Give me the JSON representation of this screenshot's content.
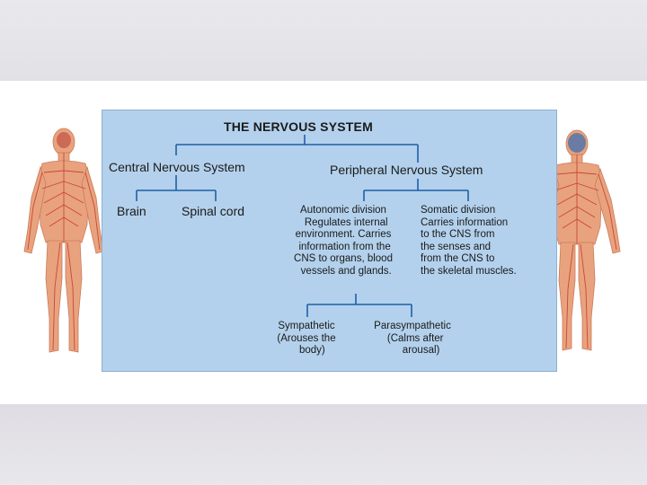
{
  "diagram": {
    "title": "THE NERVOUS SYSTEM",
    "cns": {
      "label": "Central Nervous System",
      "children": [
        "Brain",
        "Spinal cord"
      ]
    },
    "pns": {
      "label": "Peripheral Nervous System",
      "autonomic": {
        "text": "Autonomic division\n  Regulates internal\nenvironment. Carries\n information from the\nCNS to organs, blood\n  vessels and glands."
      },
      "somatic": {
        "text": "Somatic division\nCarries information\nto the CNS from\nthe senses and\nfrom the CNS to\nthe skeletal muscles."
      },
      "sympathetic": "Sympathetic\n(Arouses the\n    body)",
      "parasympathetic": "Parasympathetic\n  (Calms after\n      arousal)"
    }
  },
  "colors": {
    "panel": "#b3d1ec",
    "connector": "#1f5fa8",
    "body_figure": "#e8a07a",
    "nerves": "#c0392b"
  }
}
